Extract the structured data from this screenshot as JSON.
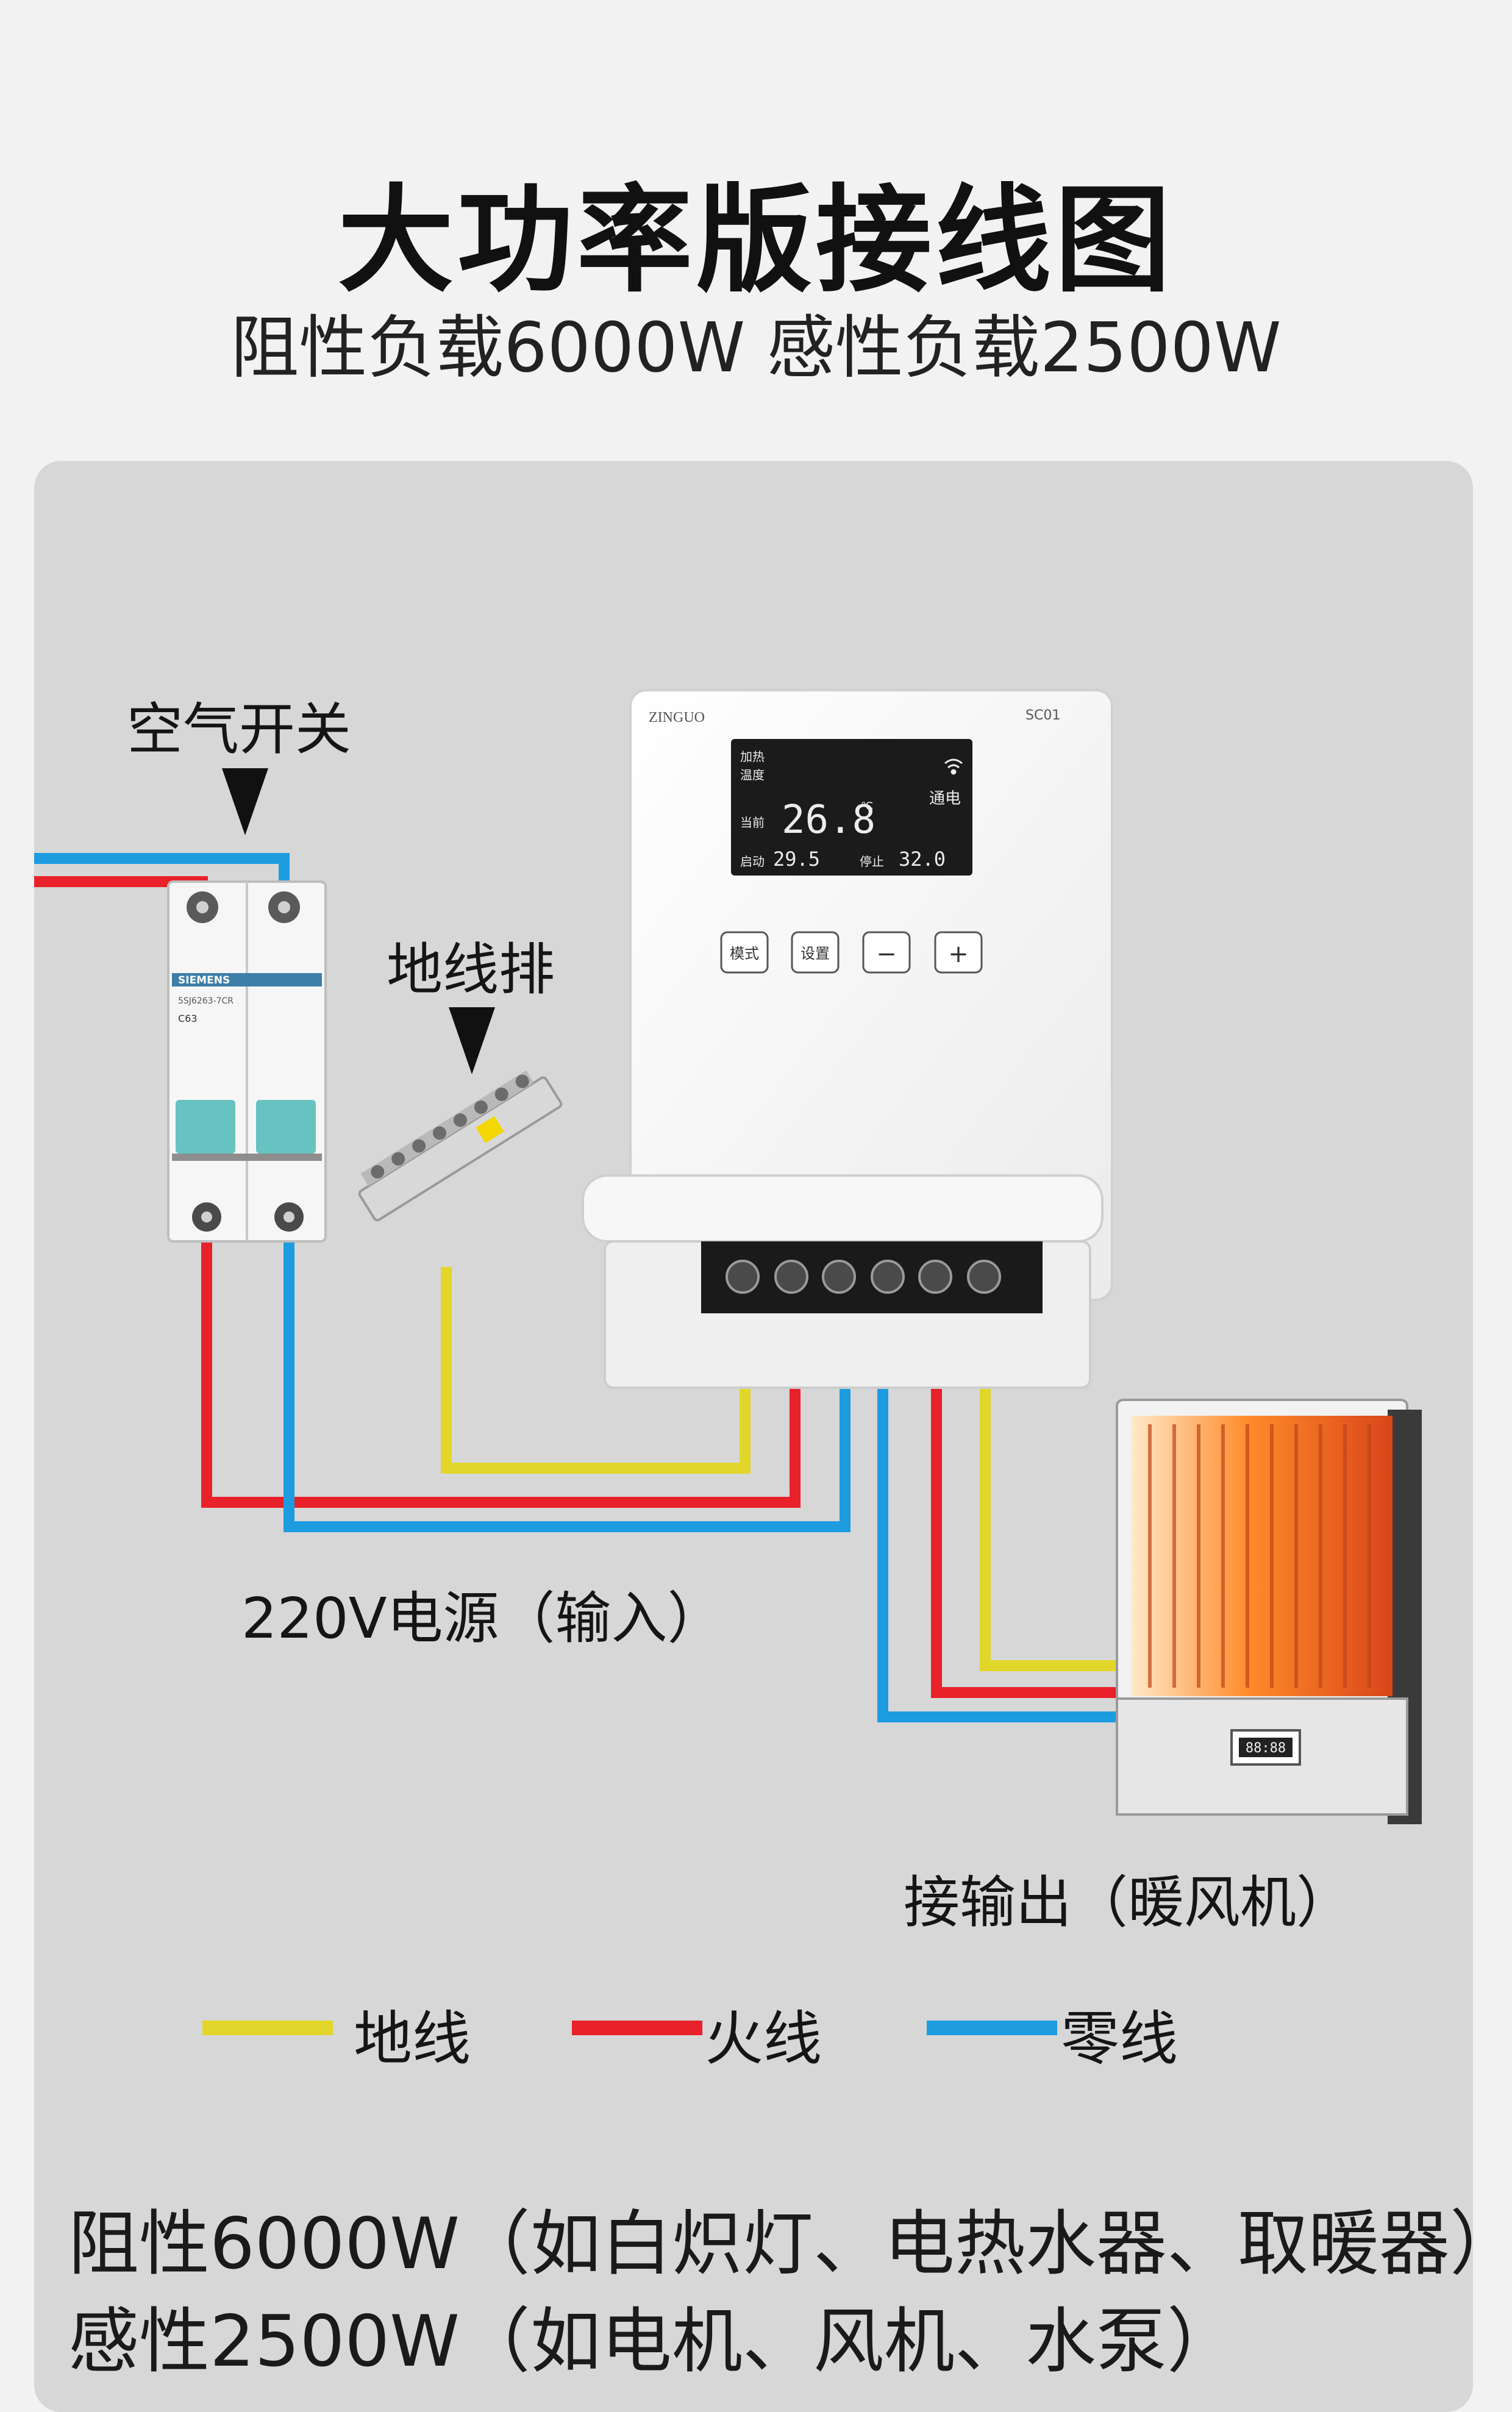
{
  "header": {
    "title": "大功率版接线图",
    "subtitle": "阻性负载6000W  感性负载2500W"
  },
  "labels": {
    "air_switch": "空气开关",
    "ground_bar": "地线排",
    "power_input": "220V电源（输入）",
    "output": "接输出（暖风机）"
  },
  "breaker": {
    "brand": "SIEMENS",
    "model": "5SJ6263-7CR",
    "rating": "C63"
  },
  "controller": {
    "brand": "ZINGUO",
    "model": "SC01",
    "lcd": {
      "mode_line1": "加热",
      "mode_line2": "温度",
      "current_label": "当前",
      "current_value": "26.8",
      "unit": "℃",
      "status": "通电",
      "start_label": "启动",
      "start_value": "29.5",
      "stop_label": "停止",
      "stop_value": "32.0"
    },
    "buttons": {
      "mode": "模式",
      "set": "设置",
      "minus": "−",
      "plus": "+"
    }
  },
  "heater": {
    "display": "88:88"
  },
  "legend": [
    {
      "label": "地线",
      "color": "#e2d62a"
    },
    {
      "label": "火线",
      "color": "#e8212a"
    },
    {
      "label": "零线",
      "color": "#1e9ce0"
    }
  ],
  "wire_colors": {
    "ground": "#e2d62a",
    "live": "#e8212a",
    "neutral": "#1e9ce0"
  },
  "notes": {
    "resistive": "阻性6000W（如白炽灯、电热水器、取暖器）",
    "inductive": "感性2500W（如电机、风机、水泵）"
  }
}
